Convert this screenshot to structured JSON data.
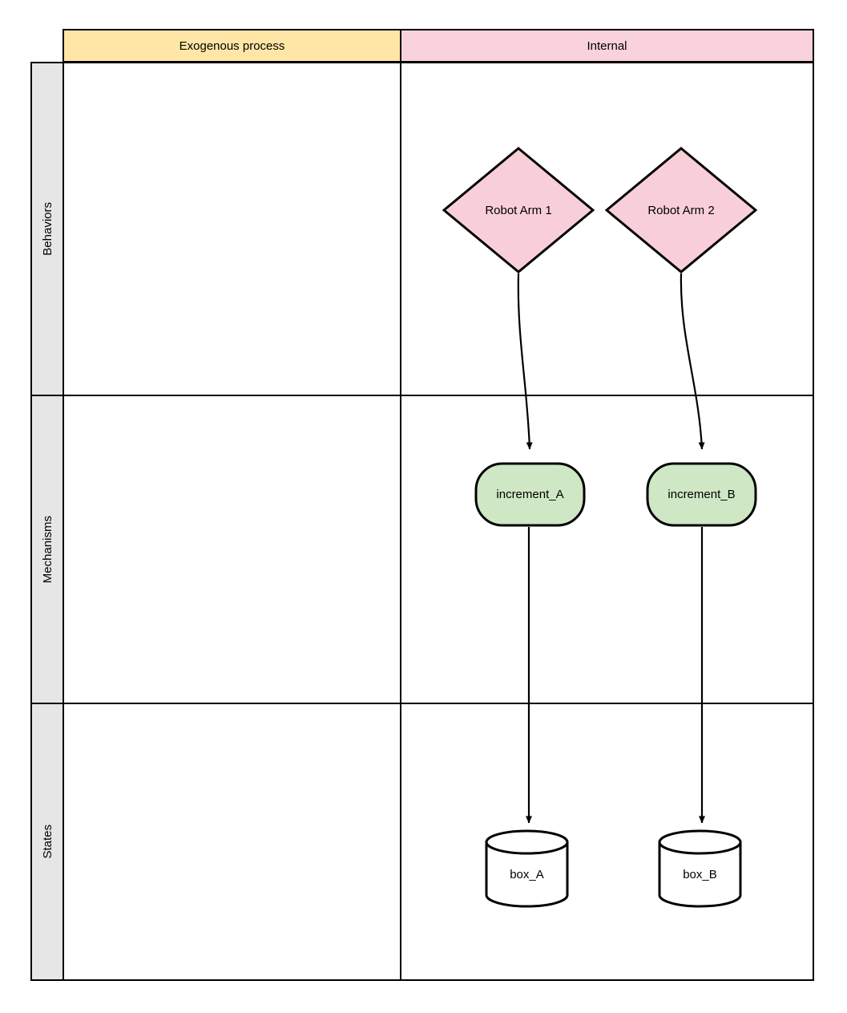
{
  "diagram": {
    "title": "Behaviors / Mechanisms / States swimlane diagram",
    "background_color": "#ffffff",
    "stroke_color": "#000000",
    "columns": [
      {
        "id": "exogenous",
        "label": "Exogenous process",
        "fill": "#ffe6a6",
        "text_color": "#000000"
      },
      {
        "id": "internal",
        "label": "Internal",
        "fill": "#f9d2dc",
        "text_color": "#000000"
      }
    ],
    "rows": [
      {
        "id": "behaviors",
        "label": "Behaviors",
        "fill": "#e6e6e6",
        "text_color": "#000000"
      },
      {
        "id": "mechanisms",
        "label": "Mechanisms",
        "fill": "#e6e6e6",
        "text_color": "#000000"
      },
      {
        "id": "states",
        "label": "States",
        "fill": "#e6e6e6",
        "text_color": "#000000"
      }
    ],
    "nodes": [
      {
        "id": "robot_arm_1",
        "label": "Robot Arm 1",
        "shape": "diamond",
        "fill": "#f8cfd8",
        "stroke": "#000000",
        "row": "behaviors",
        "column": "internal"
      },
      {
        "id": "robot_arm_2",
        "label": "Robot Arm 2",
        "shape": "diamond",
        "fill": "#f8cfd8",
        "stroke": "#000000",
        "row": "behaviors",
        "column": "internal"
      },
      {
        "id": "increment_a",
        "label": "increment_A",
        "shape": "rounded-rectangle",
        "fill": "#cfe7c4",
        "stroke": "#000000",
        "row": "mechanisms",
        "column": "internal"
      },
      {
        "id": "increment_b",
        "label": "increment_B",
        "shape": "rounded-rectangle",
        "fill": "#cfe7c4",
        "stroke": "#000000",
        "row": "mechanisms",
        "column": "internal"
      },
      {
        "id": "box_a",
        "label": "box_A",
        "shape": "cylinder",
        "fill": "#ffffff",
        "stroke": "#000000",
        "row": "states",
        "column": "internal"
      },
      {
        "id": "box_b",
        "label": "box_B",
        "shape": "cylinder",
        "fill": "#ffffff",
        "stroke": "#000000",
        "row": "states",
        "column": "internal"
      }
    ],
    "edges": [
      {
        "id": "e1",
        "from": "robot_arm_1",
        "to": "increment_a",
        "style": "curved-arrow"
      },
      {
        "id": "e2",
        "from": "robot_arm_2",
        "to": "increment_b",
        "style": "curved-arrow"
      },
      {
        "id": "e3",
        "from": "increment_a",
        "to": "box_a",
        "style": "straight-arrow"
      },
      {
        "id": "e4",
        "from": "increment_b",
        "to": "box_b",
        "style": "straight-arrow"
      }
    ]
  }
}
